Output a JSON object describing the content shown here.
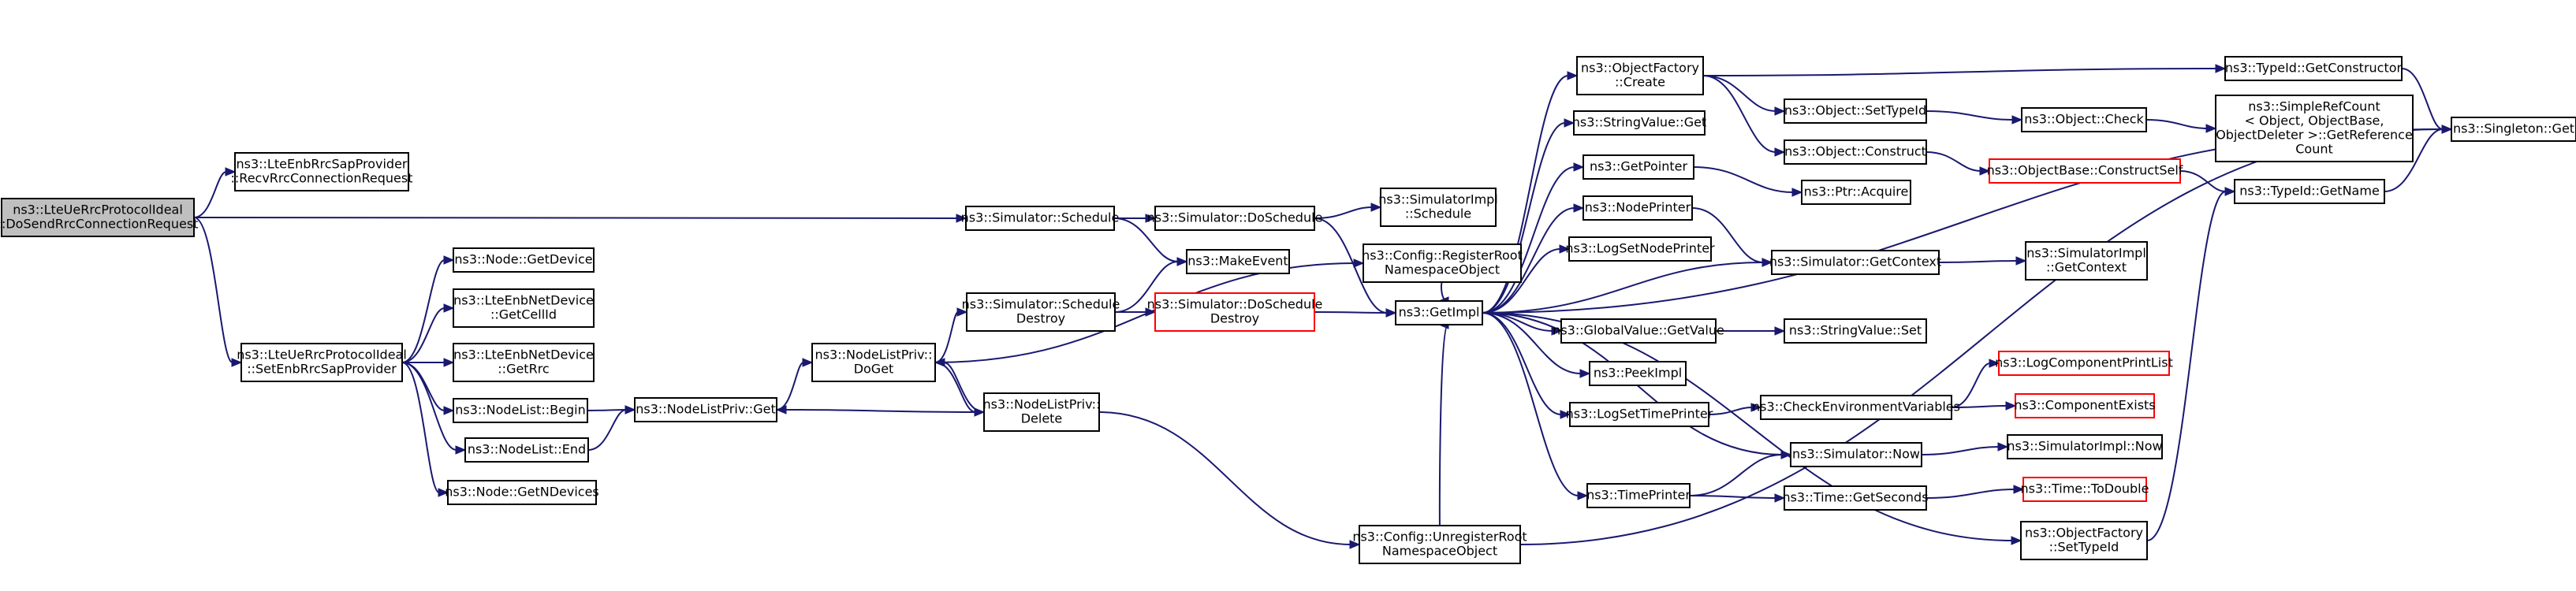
{
  "nodes": [
    {
      "id": "root",
      "lines": [
        "ns3::LteUeRrcProtocolIdeal",
        "::DoSendRrcConnectionRequest"
      ],
      "style": "root"
    },
    {
      "id": "recvrrc",
      "lines": [
        "ns3::LteEnbRrcSapProvider",
        "::RecvRrcConnectionRequest"
      ],
      "style": "normal"
    },
    {
      "id": "setenb",
      "lines": [
        "ns3::LteUeRrcProtocolIdeal",
        "::SetEnbRrcSapProvider"
      ],
      "style": "normal"
    },
    {
      "id": "getdevice",
      "lines": [
        "ns3::Node::GetDevice"
      ],
      "style": "normal"
    },
    {
      "id": "getcellid",
      "lines": [
        "ns3::LteEnbNetDevice",
        "::GetCellId"
      ],
      "style": "normal"
    },
    {
      "id": "getrrc",
      "lines": [
        "ns3::LteEnbNetDevice",
        "::GetRrc"
      ],
      "style": "normal"
    },
    {
      "id": "nlbegin",
      "lines": [
        "ns3::NodeList::Begin"
      ],
      "style": "normal"
    },
    {
      "id": "nlend",
      "lines": [
        "ns3::NodeList::End"
      ],
      "style": "normal"
    },
    {
      "id": "getndevices",
      "lines": [
        "ns3::Node::GetNDevices"
      ],
      "style": "normal"
    },
    {
      "id": "nlpget",
      "lines": [
        "ns3::NodeListPriv::Get"
      ],
      "style": "normal"
    },
    {
      "id": "doget",
      "lines": [
        "ns3::NodeListPriv::",
        "DoGet"
      ],
      "style": "normal"
    },
    {
      "id": "delete",
      "lines": [
        "ns3::NodeListPriv::",
        "Delete"
      ],
      "style": "normal"
    },
    {
      "id": "schedule",
      "lines": [
        "ns3::Simulator::Schedule"
      ],
      "style": "normal"
    },
    {
      "id": "scheddestroy",
      "lines": [
        "ns3::Simulator::Schedule",
        "Destroy"
      ],
      "style": "normal"
    },
    {
      "id": "doschedule",
      "lines": [
        "ns3::Simulator::DoSchedule"
      ],
      "style": "normal"
    },
    {
      "id": "doscheddestroy",
      "lines": [
        "ns3::Simulator::DoSchedule",
        "Destroy"
      ],
      "style": "red"
    },
    {
      "id": "makeevent",
      "lines": [
        "ns3::MakeEvent"
      ],
      "style": "normal"
    },
    {
      "id": "simimplschedule",
      "lines": [
        "ns3::SimulatorImpl",
        "::Schedule"
      ],
      "style": "normal"
    },
    {
      "id": "registerroot",
      "lines": [
        "ns3::Config::RegisterRoot",
        "NamespaceObject"
      ],
      "style": "normal"
    },
    {
      "id": "unregisterroot",
      "lines": [
        "ns3::Config::UnregisterRoot",
        "NamespaceObject"
      ],
      "style": "normal"
    },
    {
      "id": "getimpl",
      "lines": [
        "ns3::GetImpl"
      ],
      "style": "normal"
    },
    {
      "id": "ofcreate",
      "lines": [
        "ns3::ObjectFactory",
        "::Create"
      ],
      "style": "normal"
    },
    {
      "id": "stringvalueget",
      "lines": [
        "ns3::StringValue::Get"
      ],
      "style": "normal"
    },
    {
      "id": "getpointer",
      "lines": [
        "ns3::GetPointer"
      ],
      "style": "normal"
    },
    {
      "id": "nodeprinter",
      "lines": [
        "ns3::NodePrinter"
      ],
      "style": "normal"
    },
    {
      "id": "logsetnodeprinter",
      "lines": [
        "ns3::LogSetNodePrinter"
      ],
      "style": "normal"
    },
    {
      "id": "globalvalueget",
      "lines": [
        "ns3::GlobalValue::GetValue"
      ],
      "style": "normal"
    },
    {
      "id": "peekimpl",
      "lines": [
        "ns3::PeekImpl"
      ],
      "style": "normal"
    },
    {
      "id": "logsettimeprinter",
      "lines": [
        "ns3::LogSetTimePrinter"
      ],
      "style": "normal"
    },
    {
      "id": "timeprinter",
      "lines": [
        "ns3::TimePrinter"
      ],
      "style": "normal"
    },
    {
      "id": "objsettypeid",
      "lines": [
        "ns3::Object::SetTypeId"
      ],
      "style": "normal"
    },
    {
      "id": "objconstruct",
      "lines": [
        "ns3::Object::Construct"
      ],
      "style": "normal"
    },
    {
      "id": "ptracquire",
      "lines": [
        "ns3::Ptr::Acquire"
      ],
      "style": "normal"
    },
    {
      "id": "simgetcontext",
      "lines": [
        "ns3::Simulator::GetContext"
      ],
      "style": "normal"
    },
    {
      "id": "stringvalueset",
      "lines": [
        "ns3::StringValue::Set"
      ],
      "style": "normal"
    },
    {
      "id": "checkenv",
      "lines": [
        "ns3::CheckEnvironmentVariables"
      ],
      "style": "normal"
    },
    {
      "id": "simnow",
      "lines": [
        "ns3::Simulator::Now"
      ],
      "style": "normal"
    },
    {
      "id": "timegetseconds",
      "lines": [
        "ns3::Time::GetSeconds"
      ],
      "style": "normal"
    },
    {
      "id": "ofsettypeid",
      "lines": [
        "ns3::ObjectFactory",
        "::SetTypeId"
      ],
      "style": "normal"
    },
    {
      "id": "typeidgetconstructor",
      "lines": [
        "ns3::TypeId::GetConstructor"
      ],
      "style": "normal"
    },
    {
      "id": "objcheck",
      "lines": [
        "ns3::Object::Check"
      ],
      "style": "normal"
    },
    {
      "id": "constructself",
      "lines": [
        "ns3::ObjectBase::ConstructSelf"
      ],
      "style": "red"
    },
    {
      "id": "simimplgetcontext",
      "lines": [
        "ns3::SimulatorImpl",
        "::GetContext"
      ],
      "style": "normal"
    },
    {
      "id": "logcompprintlist",
      "lines": [
        "ns3::LogComponentPrintList"
      ],
      "style": "red"
    },
    {
      "id": "compexists",
      "lines": [
        "ns3::ComponentExists"
      ],
      "style": "red"
    },
    {
      "id": "simimplnow",
      "lines": [
        "ns3::SimulatorImpl::Now"
      ],
      "style": "normal"
    },
    {
      "id": "timetodouble",
      "lines": [
        "ns3::Time::ToDouble"
      ],
      "style": "red"
    },
    {
      "id": "simplerefcount",
      "lines": [
        "ns3::SimpleRefCount",
        "< Object, ObjectBase,",
        "ObjectDeleter >::GetReference",
        "Count"
      ],
      "style": "normal"
    },
    {
      "id": "typeidgetname",
      "lines": [
        "ns3::TypeId::GetName"
      ],
      "style": "normal"
    },
    {
      "id": "singletonget",
      "lines": [
        "ns3::Singleton::Get"
      ],
      "style": "normal"
    }
  ],
  "edges": [
    [
      "root",
      "recvrrc"
    ],
    [
      "root",
      "schedule"
    ],
    [
      "root",
      "setenb"
    ],
    [
      "setenb",
      "getdevice"
    ],
    [
      "setenb",
      "getcellid"
    ],
    [
      "setenb",
      "getrrc"
    ],
    [
      "setenb",
      "nlbegin"
    ],
    [
      "setenb",
      "nlend"
    ],
    [
      "setenb",
      "getndevices"
    ],
    [
      "nlbegin",
      "nlpget"
    ],
    [
      "nlend",
      "nlpget"
    ],
    [
      "nlpget",
      "doget"
    ],
    [
      "doget",
      "scheddestroy"
    ],
    [
      "doget",
      "registerroot"
    ],
    [
      "doget",
      "delete"
    ],
    [
      "delete",
      "doget"
    ],
    [
      "delete",
      "nlpget"
    ],
    [
      "delete",
      "unregisterroot"
    ],
    [
      "schedule",
      "doschedule"
    ],
    [
      "schedule",
      "makeevent"
    ],
    [
      "scheddestroy",
      "makeevent"
    ],
    [
      "scheddestroy",
      "doscheddestroy"
    ],
    [
      "doschedule",
      "simimplschedule"
    ],
    [
      "doschedule",
      "getimpl"
    ],
    [
      "doscheddestroy",
      "getimpl"
    ],
    [
      "registerroot",
      "getimpl"
    ],
    [
      "unregisterroot",
      "getimpl"
    ],
    [
      "getimpl",
      "ofcreate"
    ],
    [
      "getimpl",
      "stringvalueget"
    ],
    [
      "getimpl",
      "getpointer"
    ],
    [
      "getimpl",
      "nodeprinter"
    ],
    [
      "getimpl",
      "logsetnodeprinter"
    ],
    [
      "getimpl",
      "globalvalueget"
    ],
    [
      "getimpl",
      "peekimpl"
    ],
    [
      "getimpl",
      "logsettimeprinter"
    ],
    [
      "getimpl",
      "timeprinter"
    ],
    [
      "getimpl",
      "simgetcontext"
    ],
    [
      "getimpl",
      "simnow"
    ],
    [
      "getimpl",
      "ofsettypeid"
    ],
    [
      "getimpl",
      "singletonget"
    ],
    [
      "ofcreate",
      "typeidgetconstructor"
    ],
    [
      "ofcreate",
      "objsettypeid"
    ],
    [
      "ofcreate",
      "objconstruct"
    ],
    [
      "getpointer",
      "ptracquire"
    ],
    [
      "nodeprinter",
      "simgetcontext"
    ],
    [
      "globalvalueget",
      "stringvalueset"
    ],
    [
      "logsettimeprinter",
      "checkenv"
    ],
    [
      "timeprinter",
      "simnow"
    ],
    [
      "timeprinter",
      "timegetseconds"
    ],
    [
      "objsettypeid",
      "objcheck"
    ],
    [
      "objconstruct",
      "constructself"
    ],
    [
      "objcheck",
      "simplerefcount"
    ],
    [
      "constructself",
      "typeidgetname"
    ],
    [
      "simgetcontext",
      "simimplgetcontext"
    ],
    [
      "checkenv",
      "logcompprintlist"
    ],
    [
      "checkenv",
      "compexists"
    ],
    [
      "simnow",
      "simimplnow"
    ],
    [
      "timegetseconds",
      "timetodouble"
    ],
    [
      "ofsettypeid",
      "typeidgetname"
    ],
    [
      "typeidgetconstructor",
      "singletonget"
    ],
    [
      "typeidgetname",
      "singletonget"
    ],
    [
      "unregisterroot",
      "singletonget"
    ]
  ]
}
